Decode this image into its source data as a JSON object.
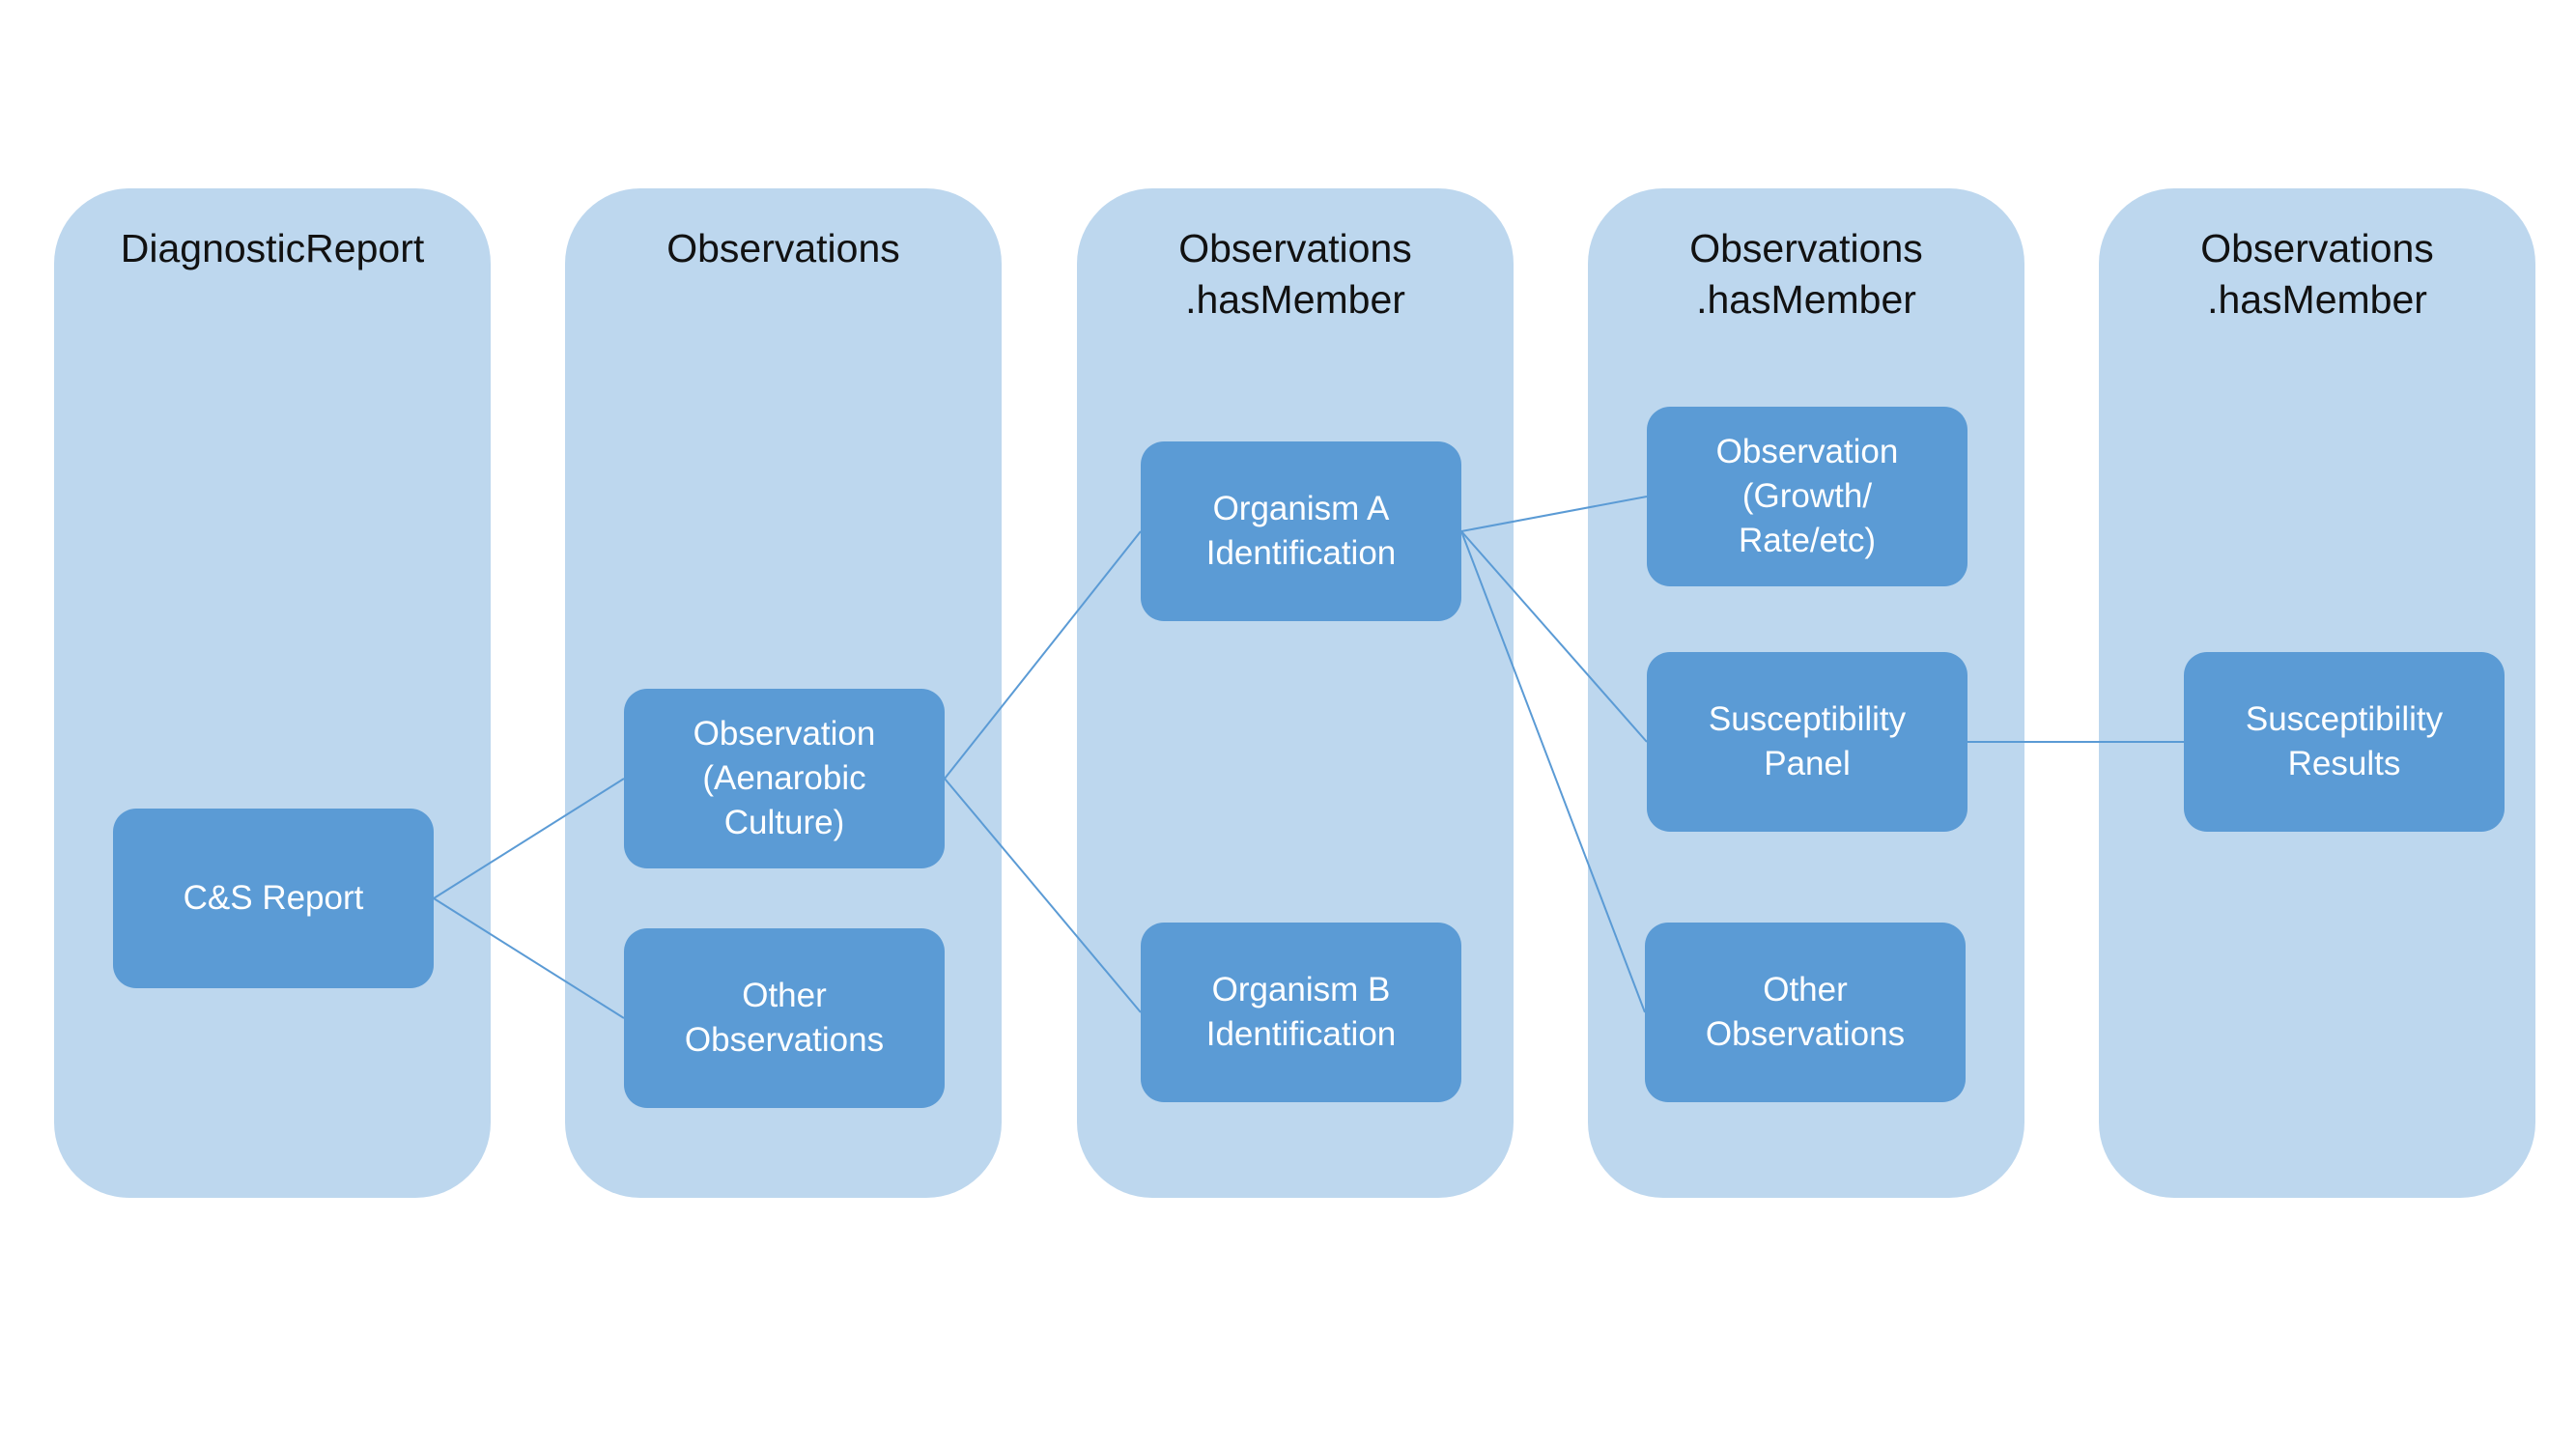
{
  "colors": {
    "column_bg": "#bdd7ee",
    "box_bg": "#5b9bd5",
    "box_text": "#ffffff",
    "title_text": "#111111",
    "connector": "#5b9bd5"
  },
  "columns": [
    {
      "title": "DiagnosticReport"
    },
    {
      "title": "Observations"
    },
    {
      "title": "Observations\n.hasMember"
    },
    {
      "title": "Observations\n.hasMember"
    },
    {
      "title": "Observations\n.hasMember"
    }
  ],
  "nodes": {
    "cs_report": "C&S Report",
    "observation_aenarobic": "Observation\n(Aenarobic\nCulture)",
    "other_observations_1": "Other\nObservations",
    "organism_a": "Organism A\nIdentification",
    "organism_b": "Organism B\nIdentification",
    "observation_growth": "Observation\n(Growth/\nRate/etc)",
    "susceptibility_panel": "Susceptibility\nPanel",
    "other_observations_2": "Other\nObservations",
    "susceptibility_results": "Susceptibility\nResults"
  }
}
